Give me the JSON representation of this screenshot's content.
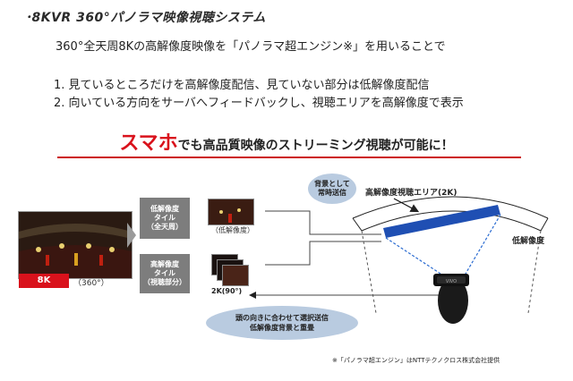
{
  "header": {
    "title": "･8KVR 360°パノラマ映像視聴システム",
    "lead": "360°全天周8Kの高解像度映像を「パノラマ超エンジン※」を用いることで",
    "points": [
      "1. 見ているところだけを高解像度配信、見ていない部分は低解像度配信",
      "2. 向いている方向をサーバへフィードバックし、視聴エリアを高解像度で表示"
    ]
  },
  "headline": {
    "emphasis": "スマホ",
    "rest": "でも高品質映像のストリーミング視聴が可能に！"
  },
  "diagram": {
    "source_tag": "8K",
    "source_caption": "（360°）",
    "low_tile": [
      "低解像度",
      "タイル",
      "（全天周）"
    ],
    "high_tile": [
      "高解像度",
      "タイル",
      "（視聴部分）"
    ],
    "low_caption": "（低解像度）",
    "high_caption": "2K(90°)",
    "bubble_top": [
      "背景として",
      "常時送信"
    ],
    "bubble_bottom": [
      "頭の向きに合わせて選択送信",
      "低解像度背景と重畳"
    ],
    "view_area_label": "高解像度視聴エリア(2K)",
    "low_res_label": "低解像度",
    "headset_brand": "VIVO"
  },
  "footnote": "※「パノラマ超エンジン」はNTTテクノクロス株式会社提供",
  "colors": {
    "accent_red": "#d9121c",
    "view_band_blue": "#1f4fb3",
    "bubble_blue": "#b9cbe0",
    "tile_gray": "#7d7d7d"
  }
}
